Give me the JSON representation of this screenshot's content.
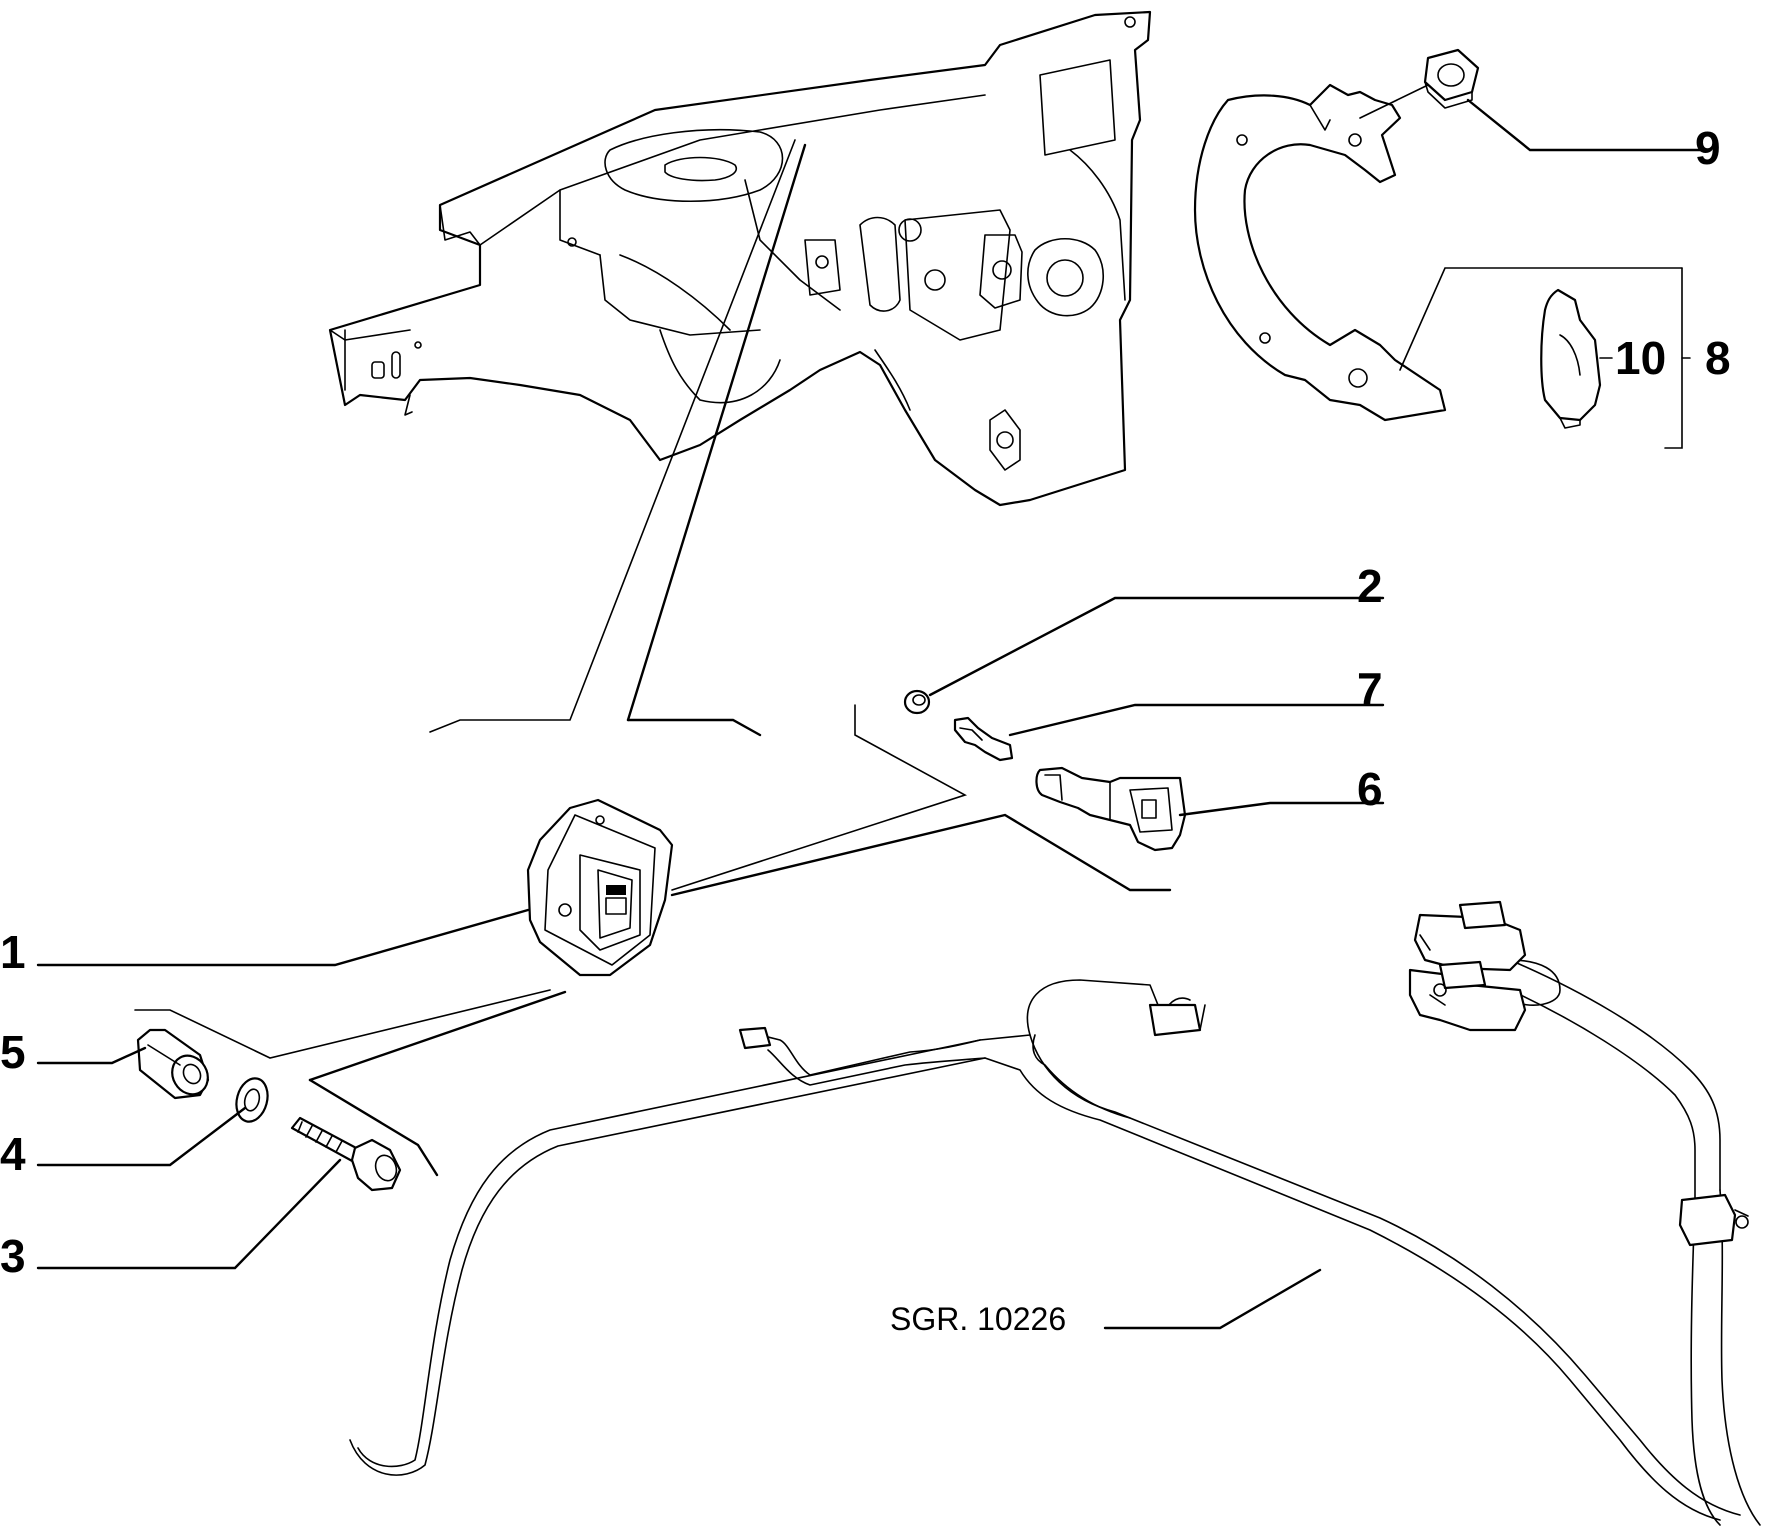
{
  "callouts": {
    "c1": "1",
    "c2": "2",
    "c3": "3",
    "c4": "4",
    "c5": "5",
    "c6": "6",
    "c7": "7",
    "c8": "8",
    "c9": "9",
    "c10": "10"
  },
  "reference_label": "SGR. 10226"
}
